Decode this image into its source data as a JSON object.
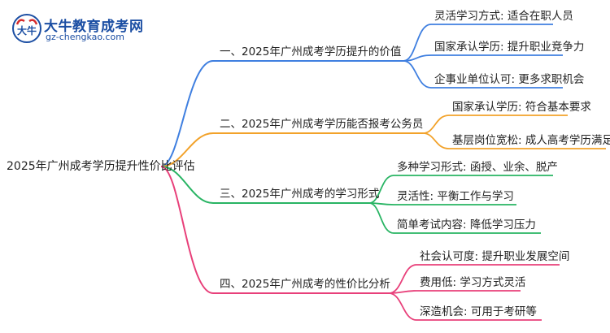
{
  "logo": {
    "title": "大牛教育成考网",
    "url": "gz-chengkao.com",
    "badge_text": "大牛"
  },
  "root": {
    "label": "2025年广州成考学历提升性价比评估"
  },
  "colors": {
    "branch1": "#3f7fe0",
    "branch2": "#f2a22a",
    "branch3": "#28b463",
    "branch4": "#e8407a",
    "root_line": "#7d3c98"
  },
  "branches": [
    {
      "label": "一、2025年广州成考学历提升的价值",
      "children": [
        "灵活学习方式: 适合在职人员",
        "国家承认学历: 提升职业竞争力",
        "企事业单位认可: 更多求职机会"
      ]
    },
    {
      "label": "二、2025年广州成考学历能否报考公务员",
      "children": [
        "国家承认学历: 符合基本要求",
        "基层岗位宽松: 成人高考学历满足条件"
      ]
    },
    {
      "label": "三、2025年广州成考的学习形式",
      "children": [
        "多种学习形式: 函授、业余、脱产",
        "灵活性: 平衡工作与学习",
        "简单考试内容: 降低学习压力"
      ]
    },
    {
      "label": "四、2025年广州成考的性价比分析",
      "children": [
        "社会认可度: 提升职业发展空间",
        "费用低: 学习方式灵活",
        "深造机会: 可用于考研等"
      ]
    }
  ]
}
